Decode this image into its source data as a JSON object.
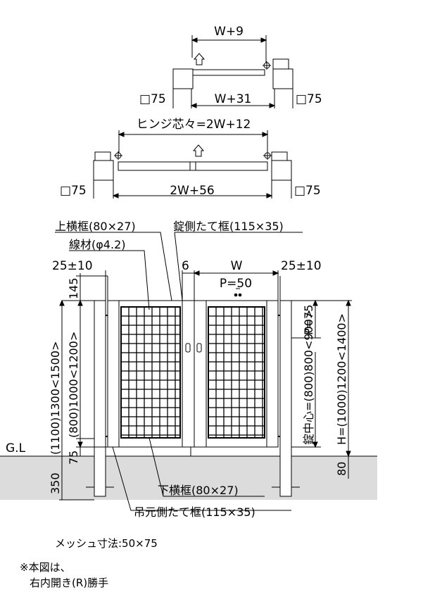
{
  "top_plan_single": {
    "dim_top": "W+9",
    "post_left": "□75",
    "dim_between": "W+31",
    "post_right": "□75"
  },
  "top_plan_double": {
    "hinge_center": "ヒンジ芯々=2W+12",
    "post_left": "□75",
    "dim_between": "2W+56",
    "post_right": "□75"
  },
  "elevation": {
    "label_top_rail": "上横框(80×27)",
    "label_lock_stile": "錠側たて框(115×35)",
    "label_wire": "線材(φ4.2)",
    "dim_gap_left": "25±10",
    "dim_gap_center": "6",
    "dim_width": "W",
    "dim_gap_right": "25±10",
    "dim_pitch": "P=50",
    "dim_145": "145",
    "dim_height_outer": "(1100)1300<1500>",
    "dim_height_inner": "(800)1000<1200>",
    "dim_75_left": "75",
    "dim_350": "350",
    "label_gl": "G.L",
    "dim_p75": "P=75",
    "dim_lock_center": "錠中心=(800)800<900>",
    "dim_h": "H=(1000)1200<1400>",
    "dim_80": "80",
    "label_bottom_rail": "下横框(80×27)",
    "label_hinge_stile": "吊元側たて框(115×35)"
  },
  "notes": {
    "mesh": "メッシュ寸法:50×75",
    "note_line1": "※本図は、",
    "note_line2": "右内開き(R)勝手"
  }
}
